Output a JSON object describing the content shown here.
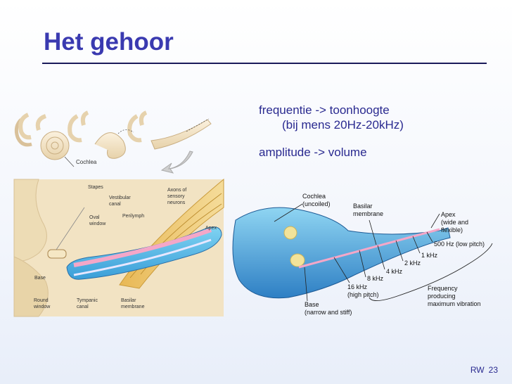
{
  "slide": {
    "title": "Het gehoor",
    "bullets": {
      "line1": "frequentie -> toonhoogte",
      "line2": "(bij mens 20Hz-20kHz)",
      "line3": "amplitude -> volume"
    },
    "footer": {
      "initials": "RW",
      "page": "23"
    }
  },
  "left_figure": {
    "cochlea_label": "Cochlea",
    "stapes": "Stapes",
    "vestibular_1": "Vestibular",
    "vestibular_2": "canal",
    "axons_1": "Axons of",
    "axons_2": "sensory",
    "axons_3": "neurons",
    "oval_1": "Oval",
    "oval_2": "window",
    "perilymph": "Perilymph",
    "apex": "Apex",
    "base": "Base",
    "round_1": "Round",
    "round_2": "window",
    "tympanic_1": "Tympanic",
    "tympanic_2": "canal",
    "basilar_1": "Basilar",
    "basilar_2": "membrane"
  },
  "right_figure": {
    "cochlea_1": "Cochlea",
    "cochlea_2": "(uncoiled)",
    "basilar_1": "Basilar",
    "basilar_2": "membrane",
    "apex_1": "Apex",
    "apex_2": "(wide and",
    "apex_3": "flexible)",
    "hz500": "500 Hz (low pitch)",
    "khz1": "1 kHz",
    "khz2": "2 kHz",
    "khz4": "4 kHz",
    "khz8": "8 kHz",
    "khz16_1": "16 kHz",
    "khz16_2": "(high pitch)",
    "freq_1": "Frequency",
    "freq_2": "producing",
    "freq_3": "maximum vibration",
    "base_1": "Base",
    "base_2": "(narrow and stiff)"
  }
}
